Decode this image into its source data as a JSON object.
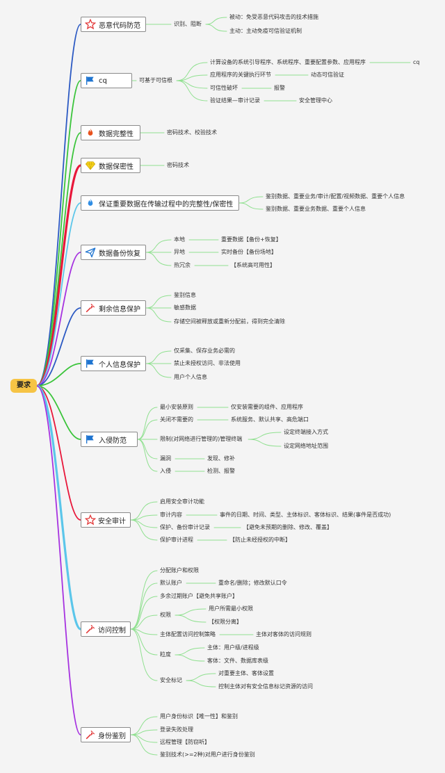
{
  "root": {
    "label": "要求"
  },
  "topics": [
    {
      "id": "t1",
      "label": "恶意代码防范",
      "icon": "star-outline-icon",
      "colors": {
        "wire": "#2b59c3"
      },
      "children": [
        {
          "label": "识别、阻断",
          "children": [
            {
              "label": "被动：免受恶意代码攻击的技术措施"
            },
            {
              "label": "主动：主动免疫可信验证机制"
            }
          ]
        }
      ]
    },
    {
      "id": "t2",
      "label": "cq",
      "icon": "flag-icon",
      "colors": {
        "wire": "#3ac43a"
      },
      "children": [
        {
          "label": "可基于可信根",
          "children": [
            {
              "label": "计算设备的系统引导程序、系统程序、重要配置参数、应用程序",
              "children": [
                {
                  "label": "cq"
                }
              ]
            },
            {
              "label": "应用程序的关键执行环节",
              "children": [
                {
                  "label": "动态可信验证"
                }
              ]
            },
            {
              "label": "可信性破坏",
              "children": [
                {
                  "label": "报警"
                }
              ]
            },
            {
              "label": "验证结果—审计记录",
              "children": [
                {
                  "label": "安全管理中心"
                }
              ]
            }
          ]
        }
      ]
    },
    {
      "id": "t3",
      "label": "数据完整性",
      "icon": "fire-icon",
      "colors": {
        "wire": "#3ac43a"
      },
      "children": [
        {
          "label": "密码技术、校验技术"
        }
      ]
    },
    {
      "id": "t4",
      "label": "数据保密性",
      "icon": "diamond-icon",
      "colors": {
        "wire": "#e8173a"
      },
      "children": [
        {
          "label": "密码技术"
        }
      ]
    },
    {
      "id": "t5",
      "label": "保证重要数据在传输过程中的完整性/保密性",
      "icon": "flame-icon",
      "colors": {
        "wire": "#5bc6ea"
      },
      "children": [
        {
          "label": "鉴别数据、重要业务/审计/配置/视频数据、重要个人信息"
        },
        {
          "label": "鉴别数据、重要业务数据、重要个人信息"
        }
      ]
    },
    {
      "id": "t6",
      "label": "数据备份恢复",
      "icon": "paper-plane-icon",
      "colors": {
        "wire": "#a632e0"
      },
      "children": [
        {
          "label": "本地",
          "children": [
            {
              "label": "重要数据【备份+恢复】"
            }
          ]
        },
        {
          "label": "异地",
          "children": [
            {
              "label": "实时备份【备份场地】"
            }
          ]
        },
        {
          "label": "热冗余",
          "children": [
            {
              "label": "【系统高可用性】"
            }
          ]
        }
      ]
    },
    {
      "id": "t7",
      "label": "剩余信息保护",
      "icon": "tool-icon",
      "colors": {
        "wire": "#2b59c3"
      },
      "children": [
        {
          "label": "鉴别信息"
        },
        {
          "label": "敏感数据"
        },
        {
          "label": "存储空间被释放或重新分配前，得到完全清除"
        }
      ]
    },
    {
      "id": "t8",
      "label": "个人信息保护",
      "icon": "flag-icon",
      "colors": {
        "wire": "#3ac43a"
      },
      "children": [
        {
          "label": "仅采集、保存业务必需的"
        },
        {
          "label": "禁止未授权访问、非法使用"
        },
        {
          "label": "用户个人信息"
        }
      ]
    },
    {
      "id": "t9",
      "label": "入侵防范",
      "icon": "flag-icon",
      "colors": {
        "wire": "#3ac43a"
      },
      "children": [
        {
          "label": "最小安装原则",
          "children": [
            {
              "label": "仅安装需要的组件、应用程序"
            }
          ]
        },
        {
          "label": "关闭不需要的",
          "children": [
            {
              "label": "系统服务、默认共享、高危端口"
            }
          ]
        },
        {
          "label": "限制(对网络进行管理的)管理终端",
          "children": [
            {
              "label": "设定终端接入方式"
            },
            {
              "label": "设定网络地址范围"
            }
          ]
        },
        {
          "label": "漏洞",
          "children": [
            {
              "label": "发现、修补"
            }
          ]
        },
        {
          "label": "入侵",
          "children": [
            {
              "label": "检测、报警"
            }
          ]
        }
      ]
    },
    {
      "id": "t10",
      "label": "安全审计",
      "icon": "star-outline-icon",
      "colors": {
        "wire": "#e8173a"
      },
      "children": [
        {
          "label": "启用安全审计功能"
        },
        {
          "label": "审计内容",
          "children": [
            {
              "label": "事件的日期、时间、类型、主体标识、客体标识、结果(事件是否成功)"
            }
          ]
        },
        {
          "label": "保护、备份审计记录",
          "children": [
            {
              "label": "【避免未预期的删除、修改、覆盖】"
            }
          ]
        },
        {
          "label": "保护审计进程",
          "children": [
            {
              "label": "【防止未经授权的中断】"
            }
          ]
        }
      ]
    },
    {
      "id": "t11",
      "label": "访问控制",
      "icon": "tool-icon",
      "colors": {
        "wire": "#5bc6ea"
      },
      "children": [
        {
          "label": "分配账户和权限"
        },
        {
          "label": "默认账户",
          "children": [
            {
              "label": "重命名/删除；修改默认口令"
            }
          ]
        },
        {
          "label": "多余过期账户【避免共享账户】"
        },
        {
          "label": "权限",
          "children": [
            {
              "label": "用户所需最小权限"
            },
            {
              "label": "【权限分离】"
            }
          ]
        },
        {
          "label": "主体配置访问控制策略",
          "children": [
            {
              "label": "主体对客体的访问规则"
            }
          ]
        },
        {
          "label": "粒度",
          "children": [
            {
              "label": "主体：用户级/进程级"
            },
            {
              "label": "客体：文件、数据库表级"
            }
          ]
        },
        {
          "label": "安全标记",
          "children": [
            {
              "label": "对重要主体、客体设置"
            },
            {
              "label": "控制主体对有安全信息标记资源的访问"
            }
          ]
        }
      ]
    },
    {
      "id": "t12",
      "label": "身份鉴别",
      "icon": "tool-icon",
      "colors": {
        "wire": "#a632e0"
      },
      "children": [
        {
          "label": "用户身份标识【唯一性】和鉴别"
        },
        {
          "label": "登录失败处理"
        },
        {
          "label": "远程管理【防窃听】"
        },
        {
          "label": "鉴别技术(>=2种)对用户进行身份鉴别"
        }
      ]
    }
  ]
}
